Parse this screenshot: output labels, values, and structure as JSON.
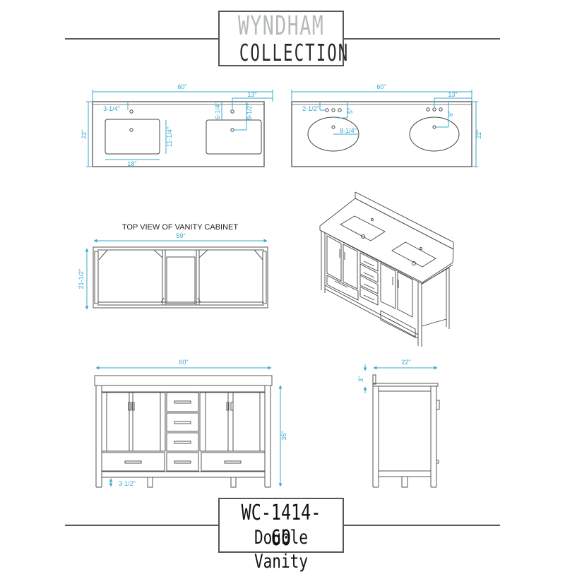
{
  "header": {
    "brand_line1": "WYNDHAM",
    "brand_line2": "COLLECTION"
  },
  "footer": {
    "model_code": "WC-1414-60",
    "model_name": "Double Vanity"
  },
  "colors": {
    "dimension": "#3aa8cf",
    "line": "#555555",
    "brand_light": "#b5bab5",
    "brand_dark": "#2a2a2a"
  },
  "views": {
    "countertop_rect": {
      "width": "60\"",
      "depth": "22\"",
      "faucet_offset_left": "3-1/4\"",
      "faucet_to_center": "13\"",
      "faucet_back_offset": "6-1/4\"",
      "drain_back_offset": "9-1/2\"",
      "sink_depth": "11-1/4\"",
      "sink_width": "18\""
    },
    "countertop_oval": {
      "width": "60\"",
      "depth": "22\"",
      "faucet_offset_left": "2-1/2\"",
      "faucet_back_offset": "5\"",
      "sink_radius": "8-1/4\"",
      "faucet_to_center": "13\"",
      "drain_back_offset": "8\""
    },
    "top_view": {
      "title": "TOP VIEW OF VANITY CABINET",
      "width": "59\"",
      "depth": "21-1/2\""
    },
    "front_view": {
      "width": "60\"",
      "height": "35\"",
      "toe_kick": "3-1/2\""
    },
    "side_view": {
      "depth": "22\"",
      "backsplash": "3\""
    }
  }
}
